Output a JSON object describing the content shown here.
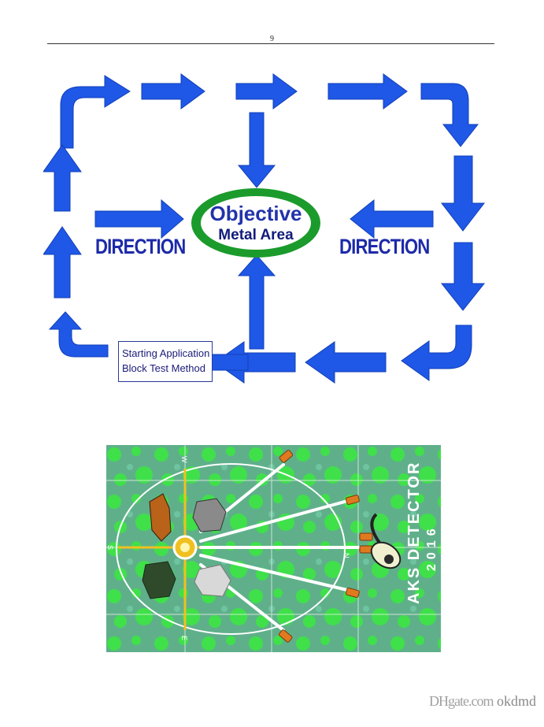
{
  "header": {
    "page_number": "9"
  },
  "diagram": {
    "center_line1": "Objective",
    "center_line2": "Metal Area",
    "left_label": "DIRECTION",
    "right_label": "DIRECTION",
    "start_line1": "Starting Application",
    "start_line2": "Block Test Method",
    "arrow_color": "#1f57e6",
    "ellipse_color": "#1b9b2c"
  },
  "photo": {
    "product_line1": "AKS DETECTOR",
    "product_line2": "2016",
    "compass_n": "N",
    "compass_w": "W",
    "compass_e": "E",
    "compass_s": "S",
    "background_color": "#5fb08a"
  },
  "watermark": {
    "logo": "DHgate.com",
    "store": "okdmd"
  }
}
